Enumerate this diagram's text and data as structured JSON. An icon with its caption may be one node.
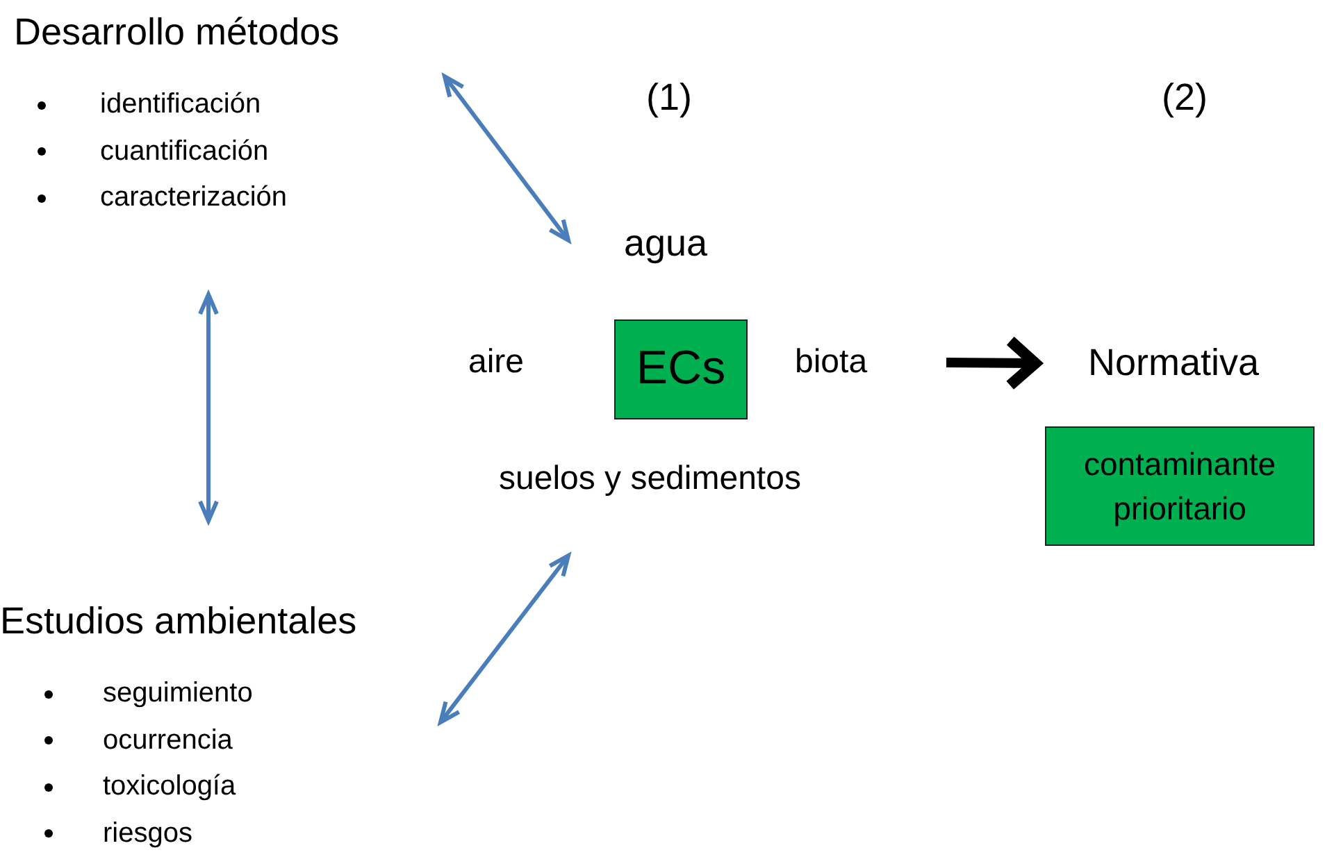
{
  "diagram": {
    "nodes": [
      {
        "text": [
          "Desarrollo métodos",
          "identificación",
          "cuantificación",
          "caracterización"
        ]
      },
      {
        "text": [
          "Estudios ambientales",
          "seguimiento",
          "ocurrencia",
          "toxicología",
          "riesgos"
        ]
      },
      {
        "text": [
          "agua"
        ]
      },
      {
        "text": [
          "aire"
        ]
      },
      {
        "text": [
          "ECs"
        ]
      },
      {
        "text": [
          "biota"
        ]
      },
      {
        "text": [
          "suelos y sedimentos"
        ]
      },
      {
        "text": [
          "Normativa"
        ]
      },
      {
        "text": [
          "contaminante prioritario"
        ]
      }
    ],
    "edges": [
      {
        "from": 0,
        "to": 2,
        "arrow": "both"
      },
      {
        "from": 0,
        "to": 1,
        "arrow": "both"
      },
      {
        "from": 1,
        "to": 6,
        "arrow": "both"
      },
      {
        "from": 5,
        "to": 7,
        "arrow": "to",
        "style": "thick",
        "color": "#000000"
      }
    ],
    "labels": [
      "(1)",
      "(2)"
    ]
  }
}
